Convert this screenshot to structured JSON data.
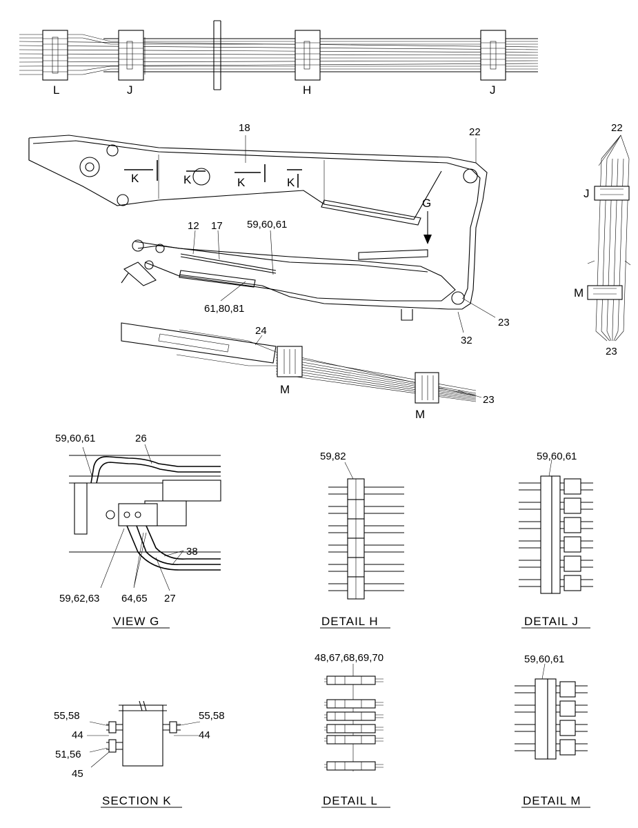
{
  "top_view": {
    "labels": [
      "L",
      "J",
      "H",
      "J"
    ]
  },
  "boom": {
    "callouts": {
      "c18": "18",
      "c22": "22",
      "c12": "12",
      "c17": "17",
      "c596061": "59,60,61",
      "c618081": "61,80,81",
      "c23": "23",
      "c32": "32",
      "c24": "24",
      "cG": "G"
    },
    "section_markers": [
      "K",
      "K",
      "K",
      "K"
    ],
    "clamp_labels": [
      "M",
      "M"
    ],
    "c23b": "23"
  },
  "side_view": {
    "c22": "22",
    "c23": "23",
    "cJ": "J",
    "cM": "M"
  },
  "view_g": {
    "title": "VIEW  G",
    "callouts": {
      "a": "59,60,61",
      "b": "26",
      "c": "38",
      "d": "59,62,63",
      "e": "64,65",
      "f": "27"
    }
  },
  "detail_h": {
    "title": "DETAIL  H",
    "callout": "59,82"
  },
  "detail_j": {
    "title": "DETAIL  J",
    "callout": "59,60,61"
  },
  "section_k": {
    "title": "SECTION  K",
    "callouts": {
      "tl": "55,58",
      "tr": "55,58",
      "ml": "44",
      "mr": "44",
      "bl": "51,56",
      "bb": "45"
    }
  },
  "detail_l": {
    "title": "DETAIL  L",
    "callout": "48,67,68,69,70"
  },
  "detail_m": {
    "title": "DETAIL  M",
    "callout": "59,60,61"
  }
}
